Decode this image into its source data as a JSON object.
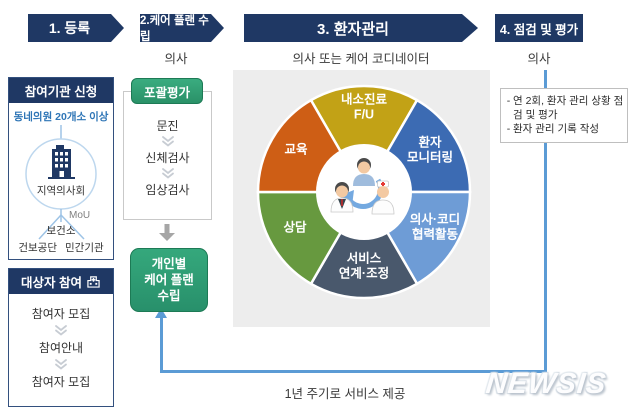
{
  "steps": [
    {
      "label": "1. 등록",
      "sub": ""
    },
    {
      "label": "2.케어 플랜 수립",
      "sub": "의사"
    },
    {
      "label": "3. 환자관리",
      "sub": "의사 또는 케어 코디네이터"
    },
    {
      "label": "4. 점검 및 평가",
      "sub": "의사"
    }
  ],
  "org_box": {
    "title": "참여기관 신청",
    "top_label": "동네의원 20개소 이상",
    "circle_label": "지역의사회",
    "mou_label": "MoU",
    "nodes": [
      "보건소",
      "건보공단",
      "민간기관"
    ]
  },
  "participant_box": {
    "title": "대상자 참여",
    "items": [
      "참여자 모집",
      "참여안내",
      "참여자 모집"
    ]
  },
  "assessment": {
    "title": "포괄평가",
    "steps": [
      "문진",
      "신체검사",
      "임상검사"
    ],
    "result": "개인별\n케어 플랜\n수립"
  },
  "wheel": {
    "segments": [
      {
        "label": "내소진료\nF/U",
        "color": "#C2A216"
      },
      {
        "label": "환자\n모니터링",
        "color": "#3C6BB3"
      },
      {
        "label": "의사·코디\n협력활동",
        "color": "#6E9CD6"
      },
      {
        "label": "서비스\n연계·조정",
        "color": "#49586C"
      },
      {
        "label": "상담",
        "color": "#67993F"
      },
      {
        "label": "교육",
        "color": "#CE5E15"
      }
    ]
  },
  "review_box": {
    "items": [
      "연 2회, 환자 관리 상황 점검 및 평가",
      "환자 관리 기록 작성"
    ]
  },
  "cycle_label": "1년 주기로 서비스 제공",
  "watermark": "NEWSIS",
  "colors": {
    "banner_navy": "#1F3864",
    "accent_green": "#2FA173",
    "line_blue": "#5B9BD5",
    "panel_gray": "#EDEDED",
    "highlight_blue_text": "#2E75B6"
  }
}
